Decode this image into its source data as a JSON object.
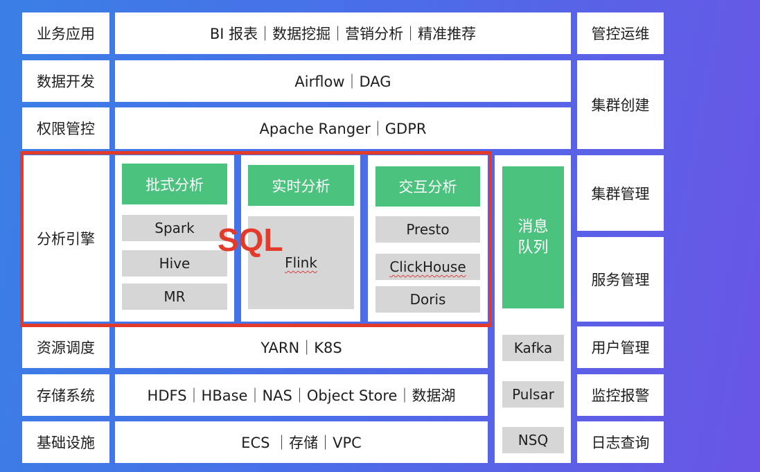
{
  "left_labels": {
    "business_app": "业务应用",
    "data_dev": "数据开发",
    "permission": "权限管控",
    "analysis_engine": "分析引擎",
    "resource_sched": "资源调度",
    "storage": "存储系统",
    "infra": "基础设施"
  },
  "center_rows": {
    "business_app": "BI 报表｜数据挖掘｜营销分析｜精准推荐",
    "data_dev": "Airflow｜DAG",
    "permission": "Apache Ranger｜GDPR",
    "resource_sched": "YARN｜K8S",
    "storage": "HDFS｜HBase｜NAS｜Object Store｜数据湖",
    "infra": "ECS ｜存储｜VPC"
  },
  "engines": {
    "batch": {
      "header": "批式分析",
      "items": [
        "Spark",
        "Hive",
        "MR"
      ]
    },
    "realtime": {
      "header": "实时分析",
      "items": [
        "Flink"
      ]
    },
    "interactive": {
      "header": "交互分析",
      "items": [
        "Presto",
        "ClickHouse",
        "Doris"
      ]
    }
  },
  "sql_label": "SQL",
  "message_queue": {
    "header_line1": "消息",
    "header_line2": "队列",
    "items": [
      "Kafka",
      "Pulsar",
      "NSQ"
    ]
  },
  "right_labels": {
    "ops": "管控运维",
    "cluster_create": "集群创建",
    "cluster_manage": "集群管理",
    "service_manage": "服务管理",
    "user_manage": "用户管理",
    "monitor_alert": "监控报警",
    "log_query": "日志查询"
  },
  "colors": {
    "green": "#4cc27f",
    "grey": "#d6d6d6",
    "red": "#e23b2b",
    "bg_start": "#3a7fe6",
    "bg_end": "#6a55e6"
  }
}
